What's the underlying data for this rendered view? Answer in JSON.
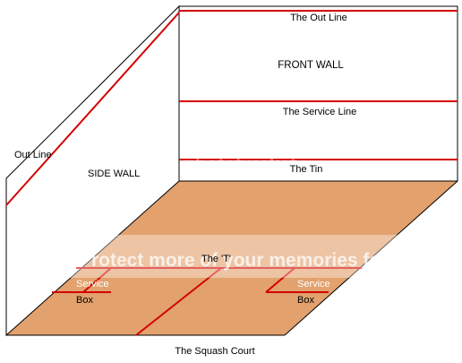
{
  "colors": {
    "floor": "#e2a16d",
    "court_line": "#d40000",
    "outline": "#000000",
    "watermark": "#ffffff"
  },
  "labels": {
    "out_line_front": "The Out Line",
    "front_wall": "FRONT WALL",
    "service_line": "The Service Line",
    "tin": "The Tin",
    "out_line_side": "Out Line",
    "side_wall": "SIDE WALL",
    "service_left": "Service",
    "box_left": "Box",
    "service_right": "Service",
    "box_right": "Box",
    "short_line": "The 'T'",
    "caption": "The Squash Court"
  },
  "watermark": {
    "text": "Protect more of your memories for",
    "brand": "photobucket"
  }
}
